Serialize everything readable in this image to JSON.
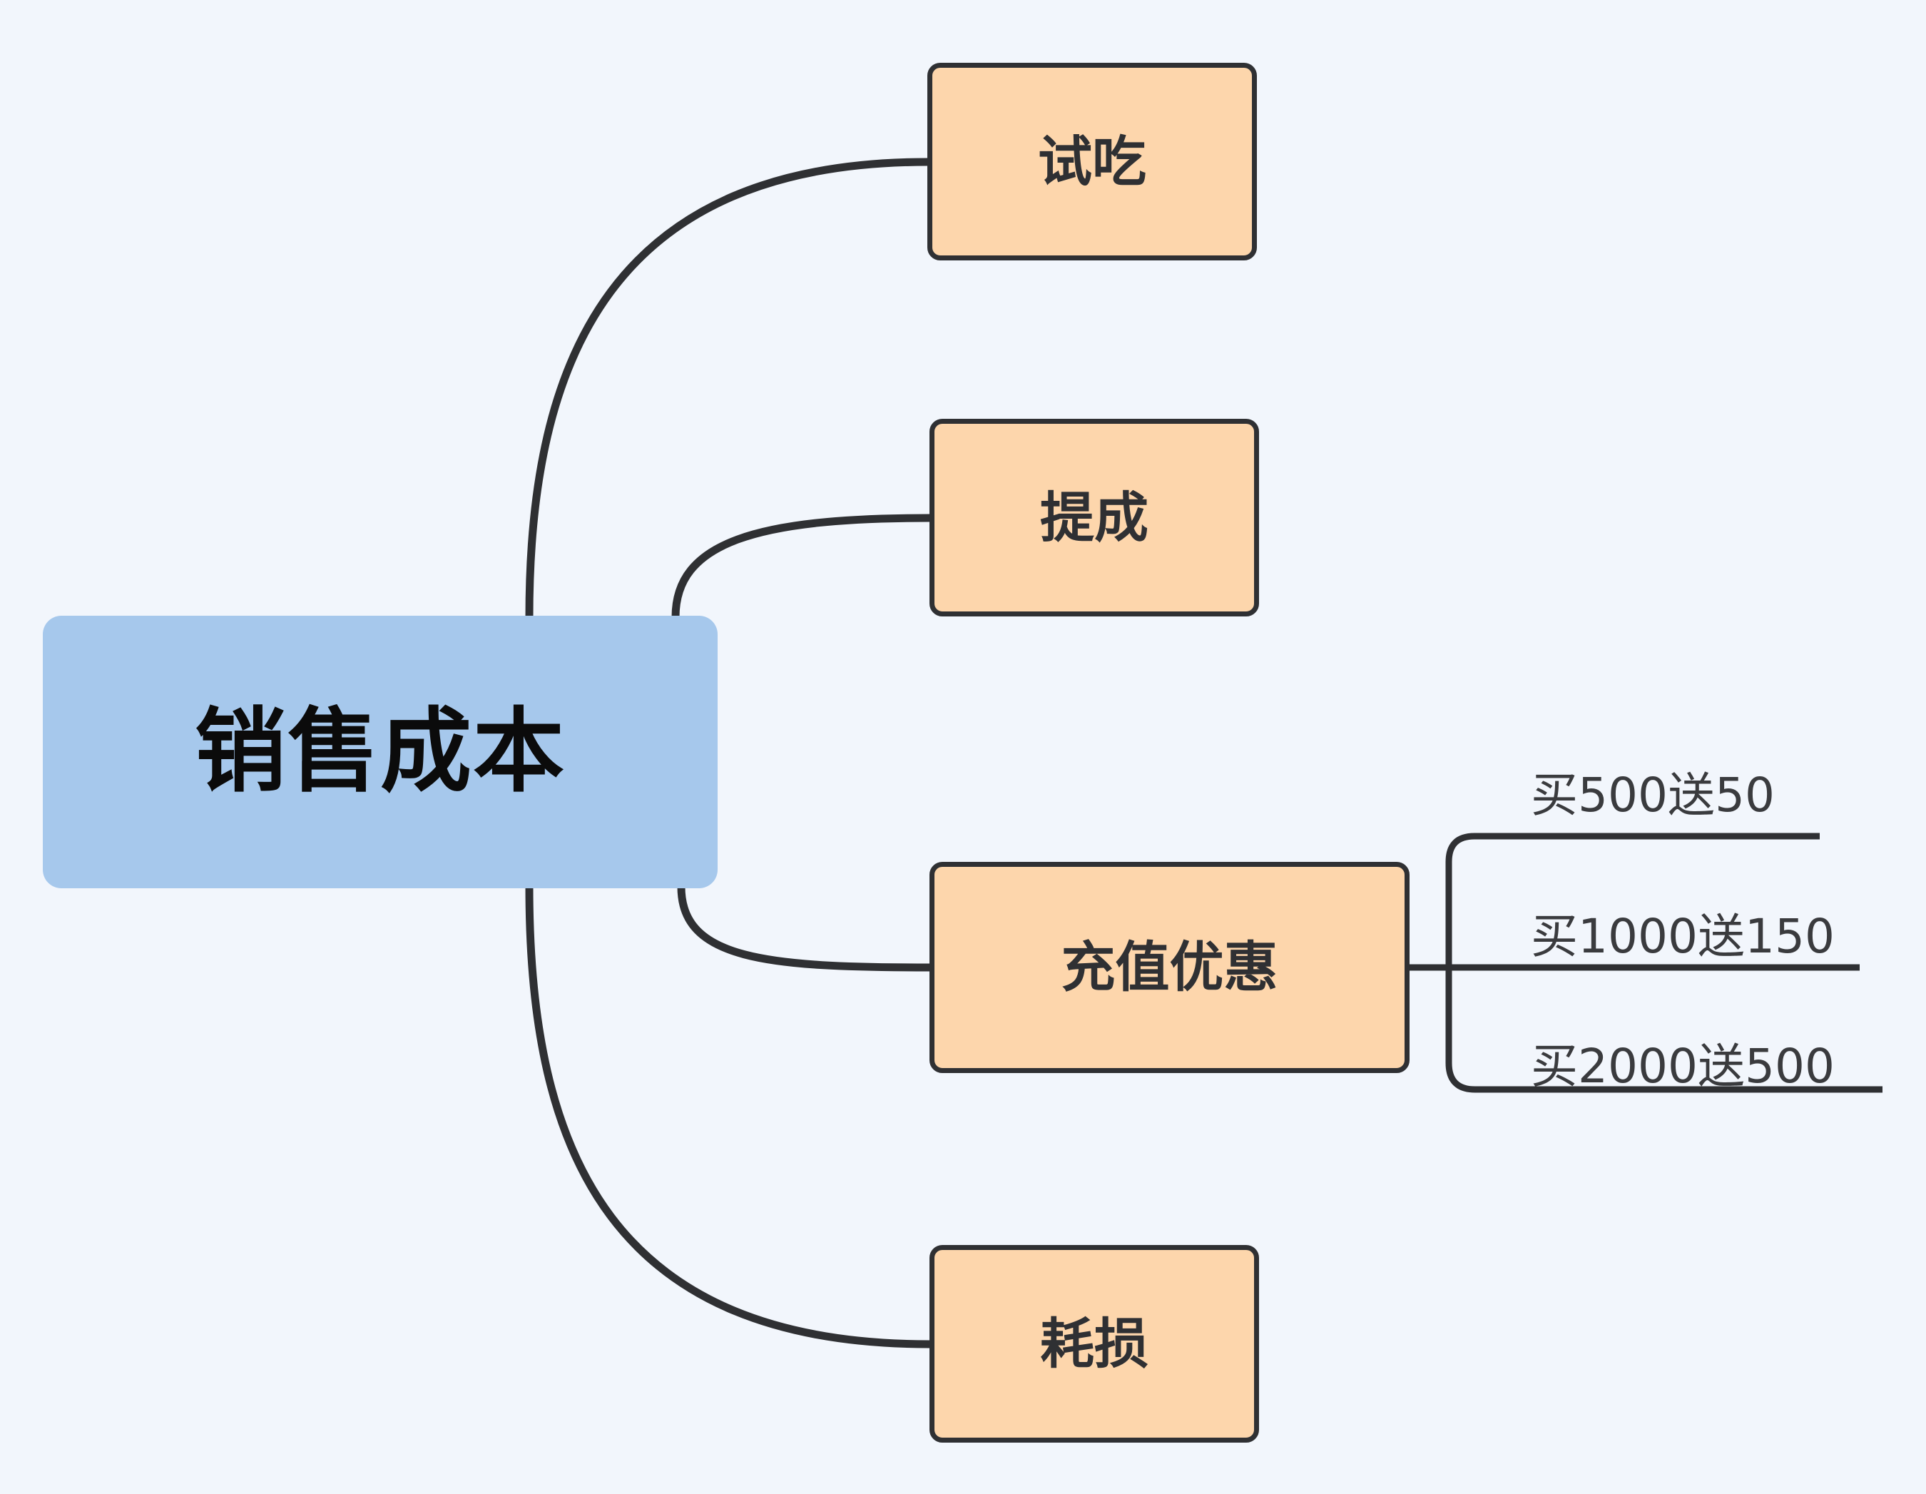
{
  "diagram": {
    "type": "mindmap",
    "title": "销售成本",
    "background_color": "#f2f6fc",
    "edge_color": "#2f3033",
    "root": {
      "label": "销售成本",
      "fill": "#a6c8ec",
      "text_color": "#0b0b0b"
    },
    "branches": [
      {
        "id": "shichi",
        "label": "试吃",
        "fill": "#fdd6ac",
        "border": "#2f3033",
        "children": []
      },
      {
        "id": "ticheng",
        "label": "提成",
        "fill": "#fdd6ac",
        "border": "#2f3033",
        "children": []
      },
      {
        "id": "chongzhi",
        "label": "充值优惠",
        "fill": "#fdd6ac",
        "border": "#2f3033",
        "children": [
          {
            "id": "leaf-0",
            "label": "买500送50"
          },
          {
            "id": "leaf-1",
            "label": "买1000送150"
          },
          {
            "id": "leaf-2",
            "label": "买2000送500"
          }
        ]
      },
      {
        "id": "haosun",
        "label": "耗损",
        "fill": "#fdd6ac",
        "border": "#2f3033",
        "children": []
      }
    ]
  }
}
